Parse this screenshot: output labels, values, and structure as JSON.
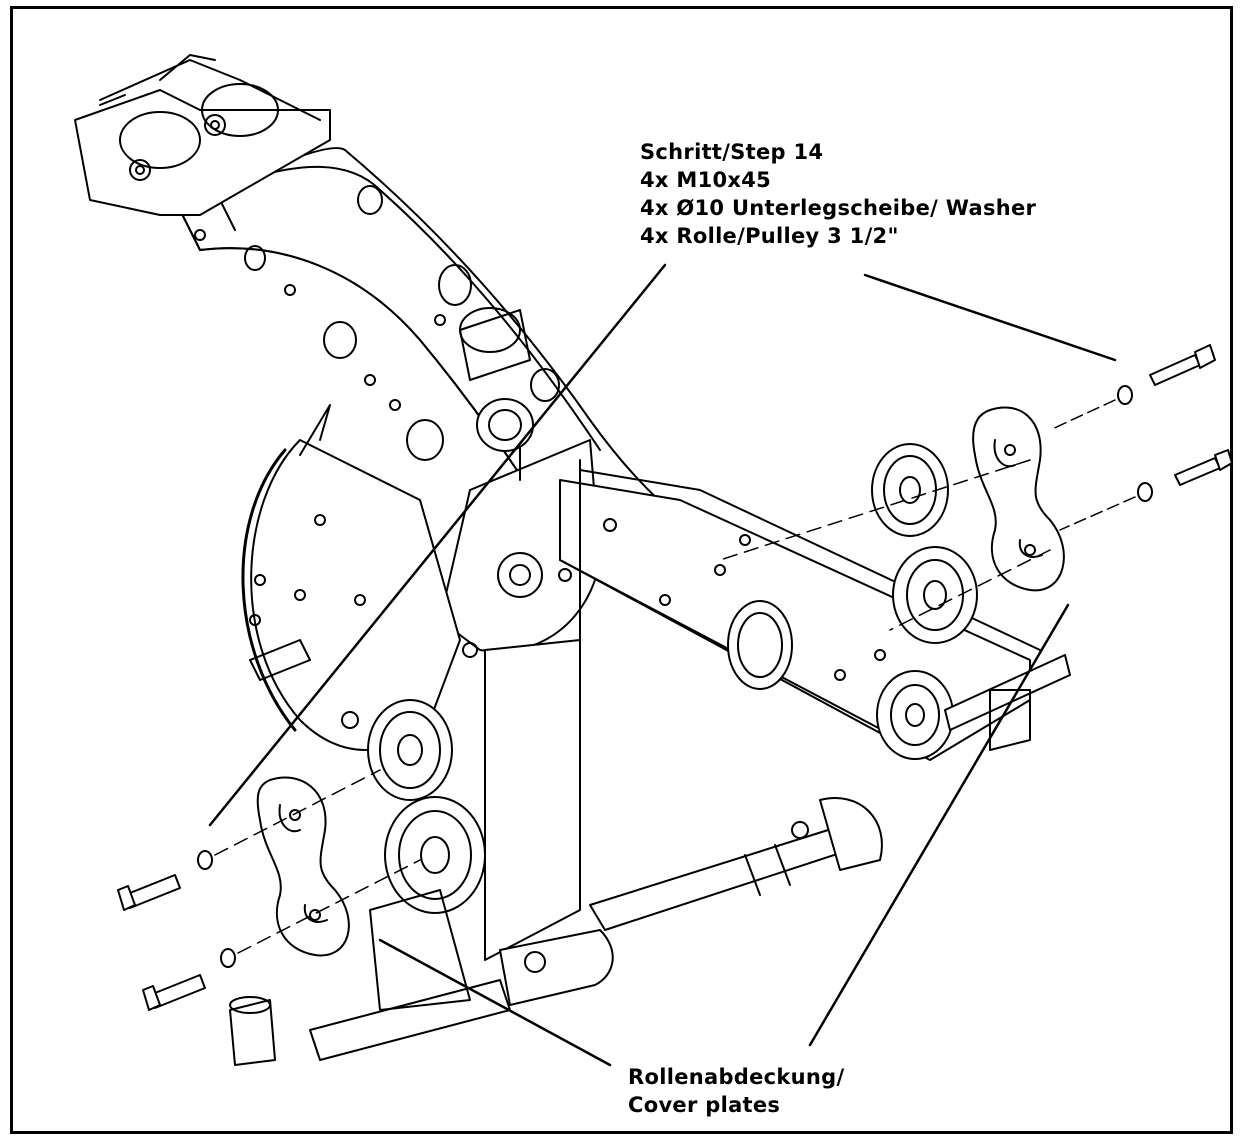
{
  "step_callout": {
    "line1": "Schritt/Step 14",
    "line2": "4x M10x45",
    "line3": "4x Ø10 Unterlegscheibe/ Washer",
    "line4": "4x Rolle/Pulley 3 1/2\""
  },
  "cover_callout": {
    "line1": "Rollenabdeckung/",
    "line2": "Cover plates"
  },
  "colors": {
    "ink": "#000000",
    "paper": "#ffffff"
  }
}
